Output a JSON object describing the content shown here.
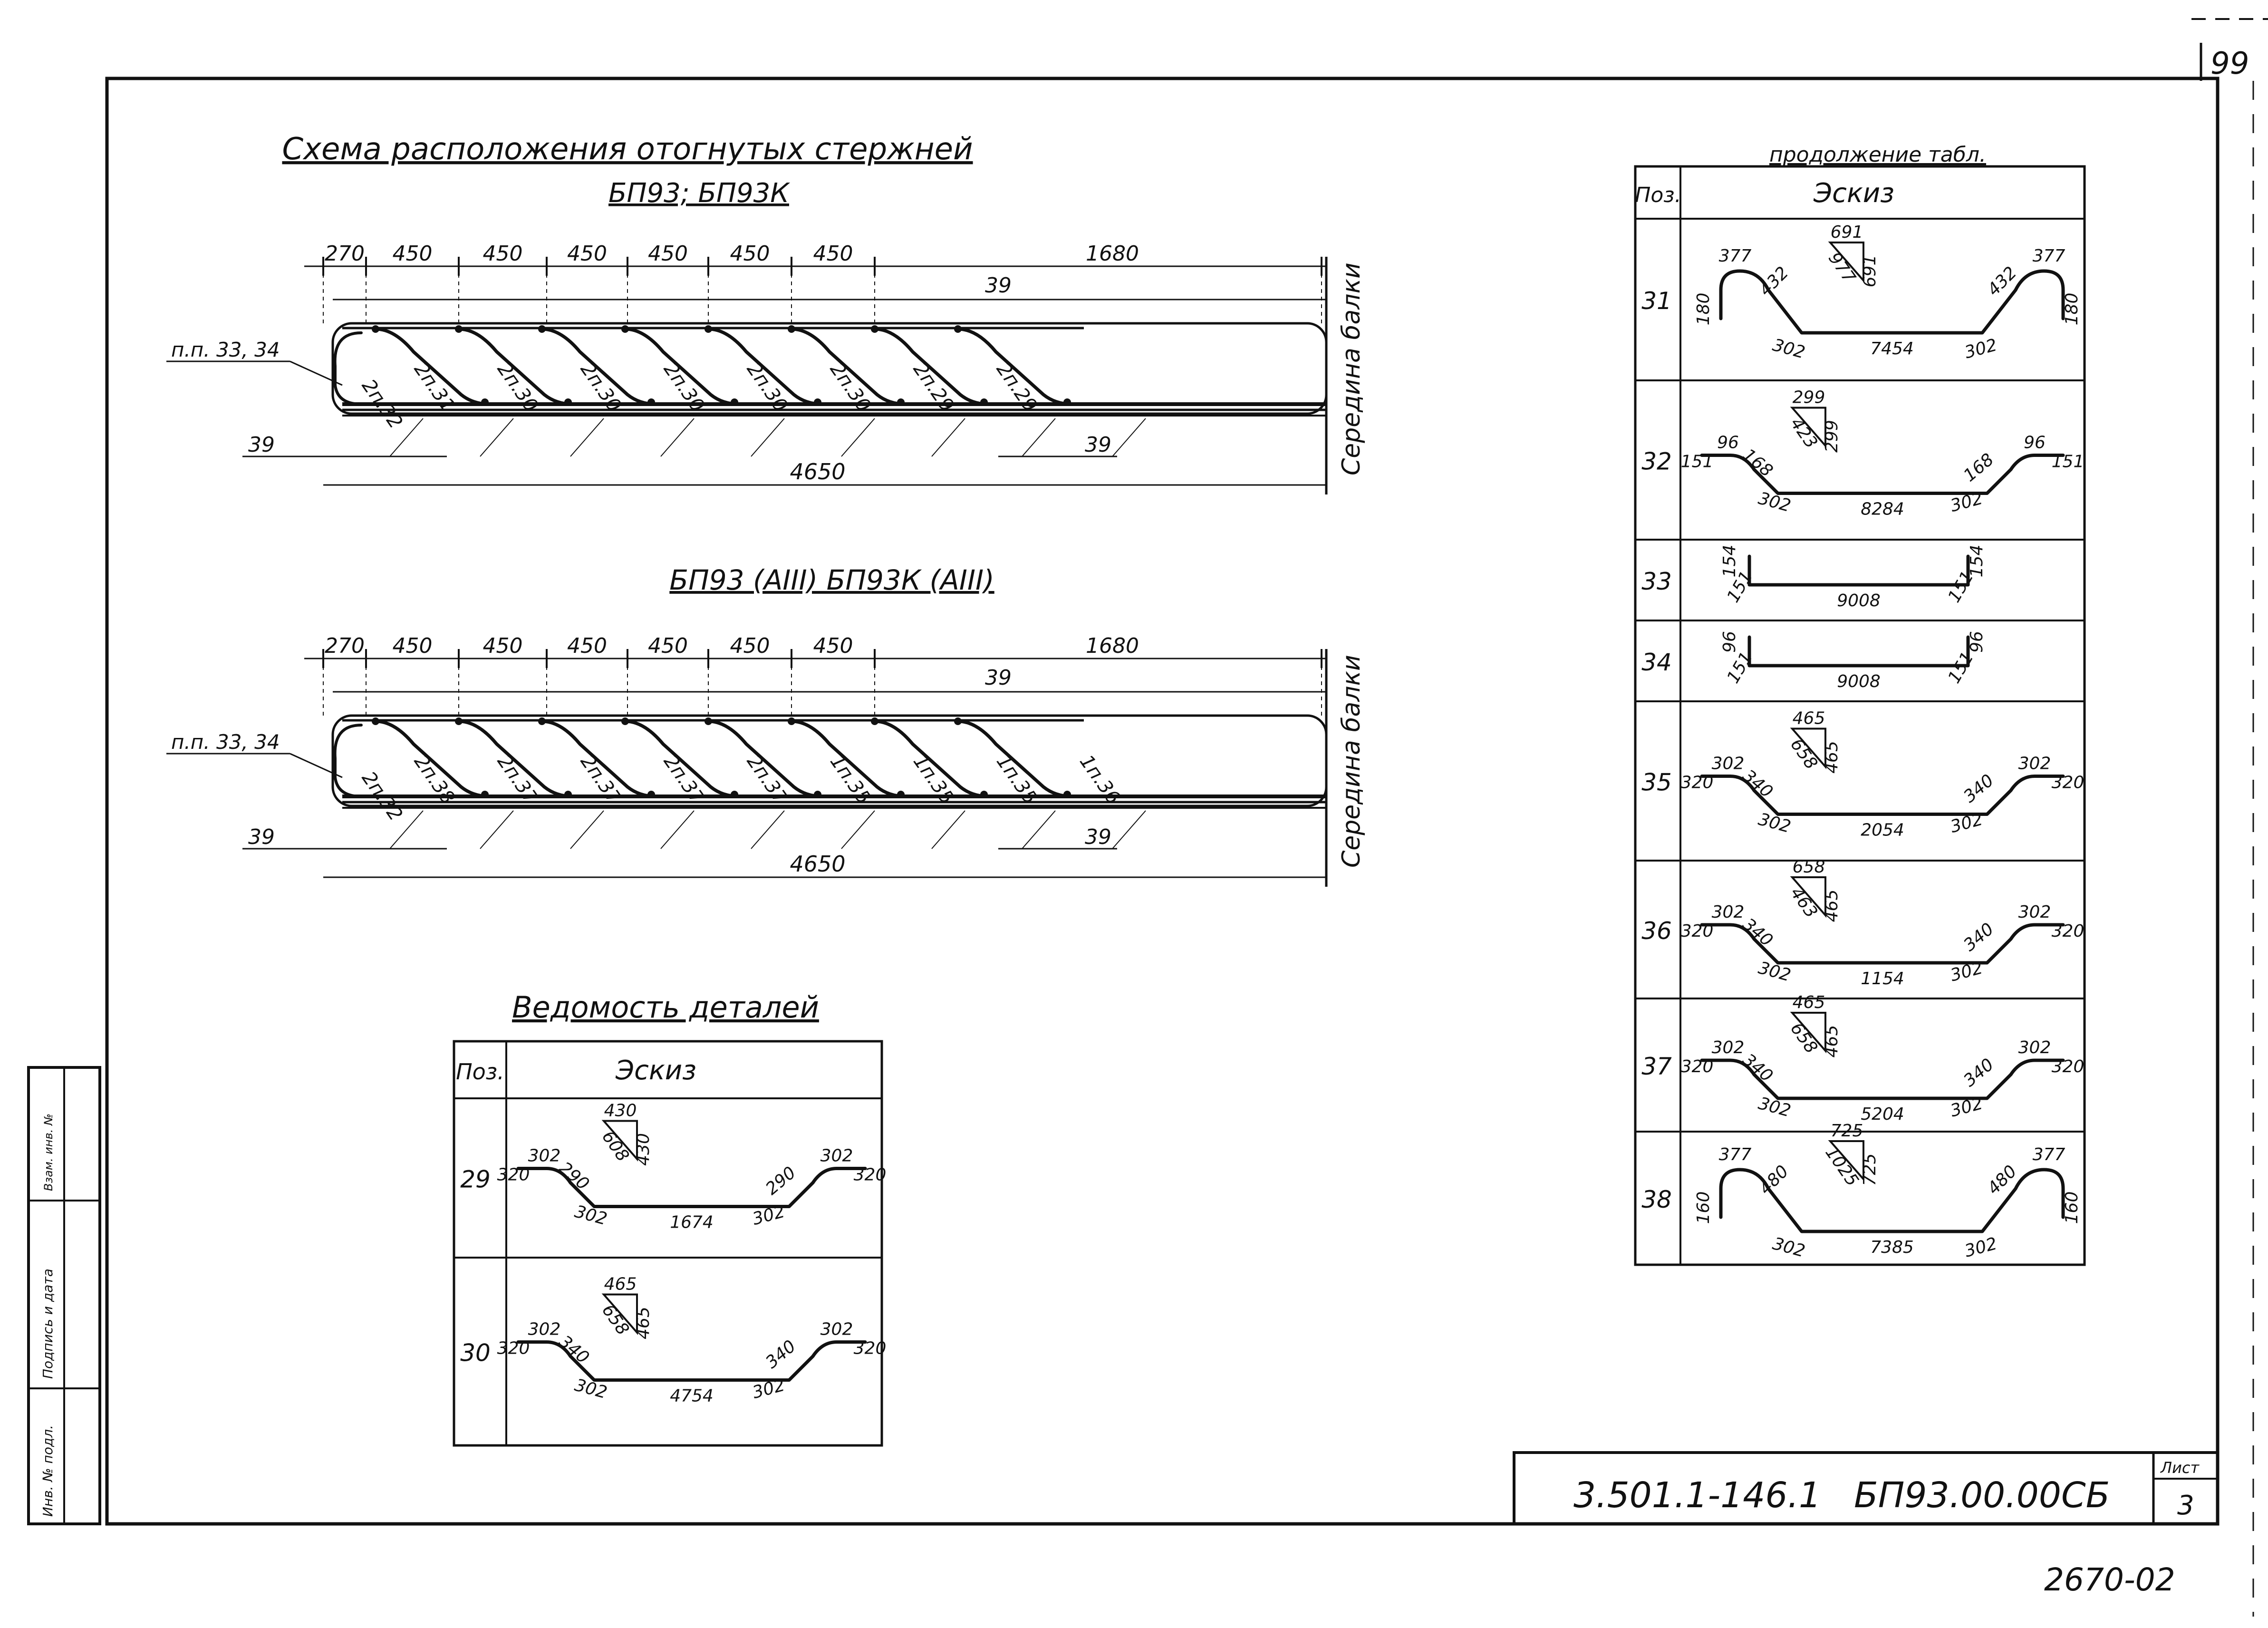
{
  "sheet": {
    "page_number": "99",
    "doc_code": "3.501.1-146.1",
    "drawing_code": "БП93.00.00СБ",
    "sheet_label": "Лист",
    "sheet_no": "3",
    "bottom_stamp": "2670-02",
    "side_stamp": [
      "Инв. № подл.",
      "Подпись и дата",
      "Взам. инв. №"
    ]
  },
  "scheme": {
    "title": "Схема расположения отогнутых стержней",
    "beam1": {
      "title": "БП93; БП93К",
      "spacings": [
        "270",
        "450",
        "450",
        "450",
        "450",
        "450",
        "450",
        "1680"
      ],
      "labels": [
        "2п.32",
        "2п.31",
        "2п.30",
        "2п.30",
        "2п.30",
        "2п.30",
        "2п.30",
        "2п.29",
        "2п.29"
      ],
      "cover_top": "39",
      "cover_bottom_left": "39",
      "cover_bottom_right": "39",
      "callout": "п.п. 33, 34",
      "total": "4650",
      "mid_label": "Середина балки"
    },
    "beam2": {
      "title": "БП93 (АIII) БП93К (АIII)",
      "spacings": [
        "270",
        "450",
        "450",
        "450",
        "450",
        "450",
        "450",
        "1680"
      ],
      "labels": [
        "2п.32",
        "2п.38",
        "2п.37",
        "2п.37",
        "2п.37",
        "2п.37",
        "1п.35",
        "1п.35",
        "1п.35",
        "1п.36"
      ],
      "cover_top": "39",
      "cover_bottom_left": "39",
      "cover_bottom_right": "39",
      "callout": "п.п. 33, 34",
      "total": "4650",
      "mid_label": "Середина балки"
    }
  },
  "details_table": {
    "title": "Ведомость деталей",
    "col_pos": "Поз.",
    "col_sketch": "Эскиз",
    "rows": [
      {
        "pos": "29",
        "dims": [
          "430",
          "608",
          "430",
          "320",
          "302",
          "290",
          "302",
          "1674",
          "302",
          "290",
          "302",
          "320"
        ]
      },
      {
        "pos": "30",
        "dims": [
          "465",
          "658",
          "465",
          "320",
          "302",
          "340",
          "302",
          "4754",
          "302",
          "340",
          "302",
          "320"
        ]
      }
    ]
  },
  "continuation_table": {
    "title": "продолжение табл.",
    "col_pos": "Поз.",
    "col_sketch": "Эскиз",
    "rows": [
      {
        "pos": "31",
        "dims": [
          "691",
          "977",
          "691",
          "377",
          "432",
          "180",
          "302",
          "7454",
          "302",
          "432",
          "377",
          "180"
        ]
      },
      {
        "pos": "32",
        "dims": [
          "299",
          "423",
          "299",
          "151",
          "96",
          "168",
          "302",
          "8284",
          "302",
          "168",
          "96",
          "151"
        ]
      },
      {
        "pos": "33",
        "dims": [
          "154",
          "151",
          "9008",
          "151",
          "154"
        ]
      },
      {
        "pos": "34",
        "dims": [
          "96",
          "151",
          "9008",
          "151",
          "96"
        ]
      },
      {
        "pos": "35",
        "dims": [
          "465",
          "658",
          "465",
          "320",
          "302",
          "340",
          "302",
          "2054",
          "302",
          "340",
          "302",
          "320"
        ]
      },
      {
        "pos": "36",
        "dims": [
          "658",
          "463",
          "465",
          "320",
          "302",
          "340",
          "302",
          "1154",
          "302",
          "340",
          "302",
          "320"
        ]
      },
      {
        "pos": "37",
        "dims": [
          "465",
          "658",
          "465",
          "320",
          "302",
          "340",
          "302",
          "5204",
          "302",
          "340",
          "302",
          "320"
        ]
      },
      {
        "pos": "38",
        "dims": [
          "725",
          "1025",
          "725",
          "377",
          "480",
          "160",
          "302",
          "7385",
          "302",
          "480",
          "377",
          "160"
        ]
      }
    ]
  }
}
